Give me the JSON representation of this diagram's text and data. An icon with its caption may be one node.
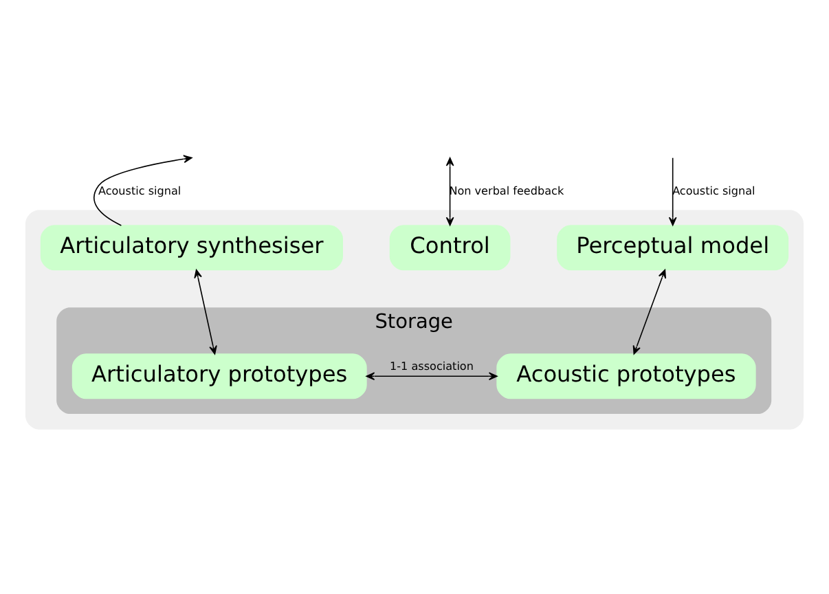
{
  "diagram": {
    "nodes": [
      {
        "text": [],
        "shape": "box"
      },
      {
        "text": [
          "Articulatory synthesiser"
        ],
        "in": 0
      },
      {
        "text": [
          "Perceptual model"
        ],
        "in": 0
      },
      {
        "text": [
          "Control"
        ],
        "in": 0
      },
      {
        "text": [
          "Storage"
        ],
        "in": 0
      },
      {
        "text": [
          "Articulatory prototypes"
        ],
        "in": 4
      },
      {
        "text": [
          "Acoustic prototypes"
        ],
        "in": 4
      }
    ],
    "edges": [
      {
        "from": 1,
        "to": null,
        "arrow": "to",
        "label": "Acoustic signal"
      },
      {
        "from": null,
        "to": 3,
        "arrow": "both",
        "label": "Non verbal feedback"
      },
      {
        "from": null,
        "to": 2,
        "arrow": "to",
        "label": "Acoustic signal"
      },
      {
        "from": 1,
        "to": 5,
        "arrow": "both"
      },
      {
        "from": 2,
        "to": 6,
        "arrow": "both"
      },
      {
        "from": 5,
        "to": 6,
        "arrow": "both",
        "label": "1-1 association"
      }
    ]
  }
}
